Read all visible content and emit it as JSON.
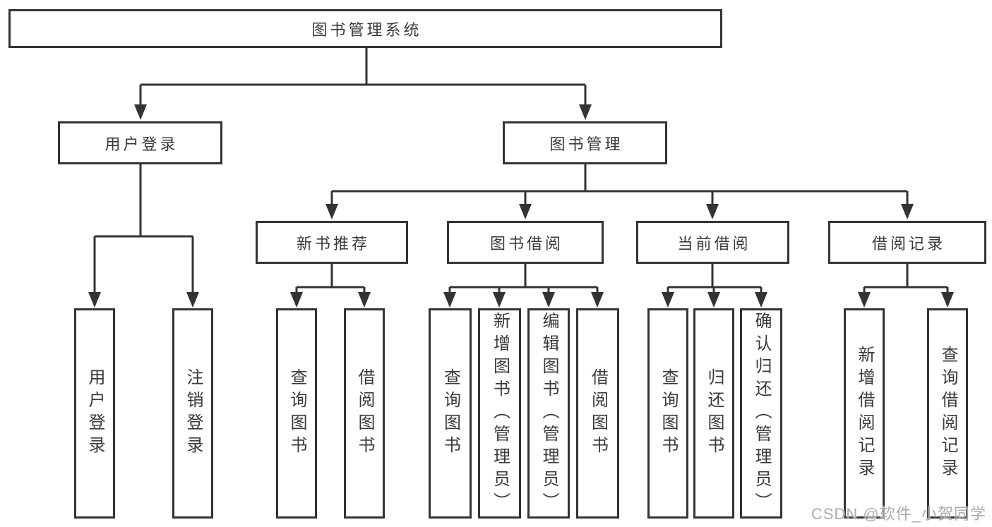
{
  "diagram": {
    "root": {
      "label": "图书管理系统"
    },
    "level2": [
      {
        "label": "用户登录"
      },
      {
        "label": "图书管理"
      }
    ],
    "level3": [
      {
        "label": "新书推荐"
      },
      {
        "label": "图书借阅"
      },
      {
        "label": "当前借阅"
      },
      {
        "label": "借阅记录"
      }
    ],
    "leaves": {
      "login": [
        {
          "label": "用户登录"
        },
        {
          "label": "注销登录"
        }
      ],
      "recommend": [
        {
          "label": "查询图书"
        },
        {
          "label": "借阅图书"
        }
      ],
      "borrow": [
        {
          "label": "查询图书"
        },
        {
          "label": "新增图书（管理员）"
        },
        {
          "label": "编辑图书（管理员）"
        },
        {
          "label": "借阅图书"
        }
      ],
      "current": [
        {
          "label": "查询图书"
        },
        {
          "label": "归还图书"
        },
        {
          "label": "确认归还（管理员）"
        }
      ],
      "records": [
        {
          "label": "新增借阅记录"
        },
        {
          "label": "查询借阅记录"
        }
      ]
    },
    "watermark": "CSDN @软件_小贺同学",
    "colors": {
      "line": "#333333",
      "text": "#3a3a3a",
      "watermark": "#ababab",
      "background": "#ffffff"
    }
  }
}
